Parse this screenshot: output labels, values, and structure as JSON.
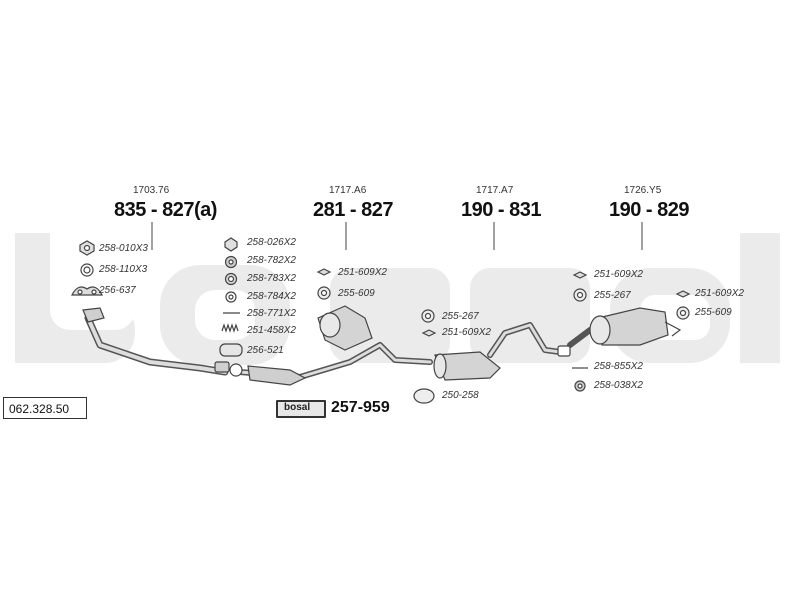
{
  "diagram": {
    "watermark": "bosal",
    "catalog_code": "062.328.50",
    "sections": [
      {
        "ref": "1703.76",
        "number": "835 - 827(a)"
      },
      {
        "ref": "1717.A6",
        "number": "281 - 827"
      },
      {
        "ref": "1717.A7",
        "number": "190 - 831"
      },
      {
        "ref": "1726.Y5",
        "number": "190 - 829"
      }
    ],
    "parts_col1": [
      "258-010X3",
      "258-110X3",
      "256-637"
    ],
    "parts_col2": [
      "258-026X2",
      "258-782X2",
      "258-783X2",
      "258-784X2",
      "258-771X2",
      "251-458X2",
      "256-521"
    ],
    "parts_col3": [
      "251-609X2",
      "255-609"
    ],
    "parts_col4": [
      "255-267",
      "251-609X2",
      "250-258"
    ],
    "parts_col5": [
      "251-609X2",
      "255-267",
      "258-855X2",
      "258-038X2"
    ],
    "parts_col6": [
      "251-609X2",
      "255-609"
    ],
    "kit": {
      "brand": "bosal",
      "number": "257-959"
    }
  }
}
